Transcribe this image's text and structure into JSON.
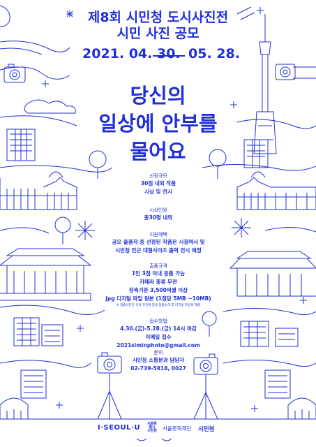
{
  "header": {
    "title_line1": "제8회 시민청 도시사진전",
    "title_line2": "시민 사진 공모",
    "date_start": "2021. 04. 30.",
    "date_end": "05. 28."
  },
  "headline": {
    "line1": "당신의",
    "line2": "일상에 안부를",
    "line3": "물어요"
  },
  "sections": {
    "selection": {
      "label": "선정규모",
      "lines": [
        "30점 내외 작품",
        "시상 및 전시"
      ]
    },
    "awards": {
      "label": "시상인원",
      "lines": [
        "총30명 내외"
      ]
    },
    "benefits": {
      "label": "지원혜택",
      "lines": [
        "공모 출품작 중 선정된 작품은 시청역사 및",
        "시민청 인근 대형사이즈 출력 전시 예정"
      ]
    },
    "rules": {
      "label": "출품규격",
      "lines": [
        "1인 3점 이내 응품 가능",
        "카메라 종류 무관",
        "장축기준 3,500픽셀 이상",
        "jpg 디지털 파일 원본 (1점당 5MB ~10MB)"
      ],
      "note": "※ 접출사진은 규격 조건에 맞게 접출소하 후 디지털 파일로 제출"
    },
    "submission": {
      "label": "접수방법",
      "lines": [
        "4.30.(금)-5.28.(금) 14시 마감",
        "이메일 접수",
        "2021siminphoto@gmail.com"
      ]
    },
    "contact": {
      "label": "문의",
      "lines": [
        "시민청 소통분과 담당자",
        "02-739-5818, 0027"
      ]
    }
  },
  "footer": {
    "logo1": "I·SEOUL·U",
    "logo2_top": "서울특별시",
    "logo2_bottom": "시민청",
    "logo3": "서울문화재단",
    "logo4": "시민청"
  },
  "colors": {
    "accent": "#1f2fd6",
    "background": "#ffffff"
  }
}
